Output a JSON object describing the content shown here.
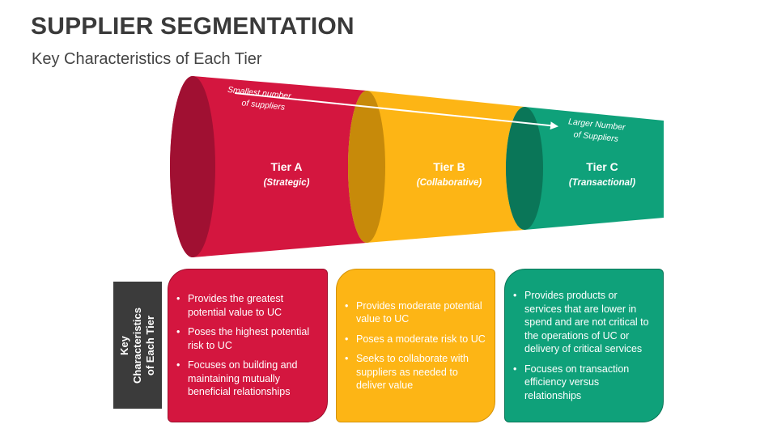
{
  "header": {
    "title": "SUPPLIER SEGMENTATION",
    "subtitle": "Key Characteristics of Each Tier"
  },
  "colors": {
    "tier_a": "#d4163f",
    "tier_b": "#fdb515",
    "tier_c": "#0fa17a"
  },
  "funnel": {
    "annotation_start": [
      "Smallest number",
      "of suppliers"
    ],
    "annotation_end": [
      "Larger Number",
      "of Suppliers"
    ],
    "tiers": [
      {
        "name": "Tier A",
        "type": "(Strategic)"
      },
      {
        "name": "Tier B",
        "type": "(Collaborative)"
      },
      {
        "name": "Tier C",
        "type": "(Transactional)"
      }
    ]
  },
  "side_label": "Key Characteristics\nof Each Tier",
  "cards": [
    {
      "bullets": [
        "Provides the greatest potential value to UC",
        "Poses the highest potential risk to UC",
        "Focuses on building and maintaining mutually beneficial relationships"
      ]
    },
    {
      "bullets": [
        "Provides moderate potential value to UC",
        "Poses a moderate risk to UC",
        "Seeks to collaborate with suppliers as needed to deliver value"
      ]
    },
    {
      "bullets": [
        "Provides products or services that are lower in spend and are not critical to the operations of UC or delivery of critical services",
        "Focuses on transaction efficiency versus relationships"
      ]
    }
  ]
}
